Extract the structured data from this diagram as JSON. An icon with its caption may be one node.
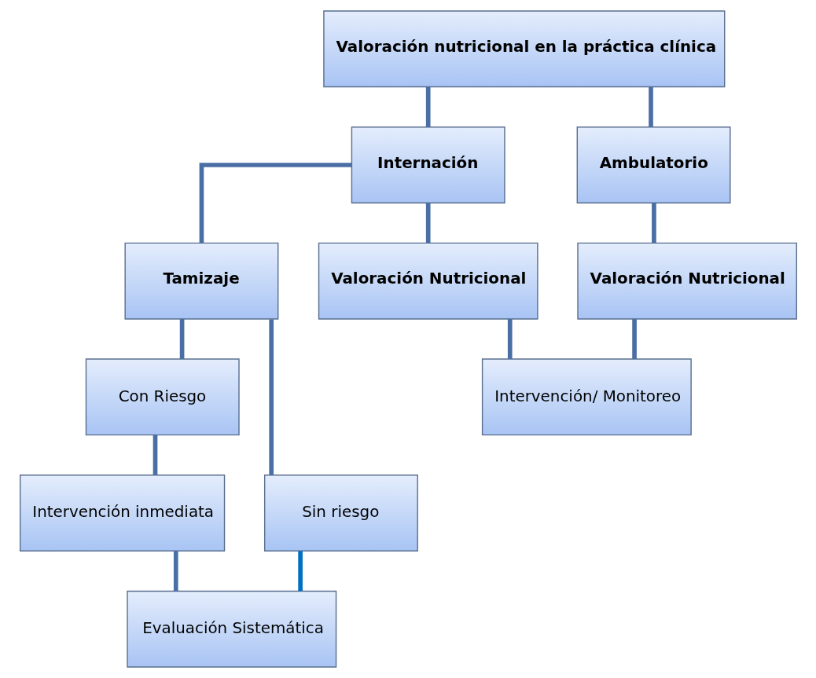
{
  "diagram": {
    "nodes": [
      {
        "text": [
          "Valoración nutricional en la práctica clínica"
        ]
      },
      {
        "text": [
          "Internación"
        ]
      },
      {
        "text": [
          "Ambulatorio"
        ]
      },
      {
        "text": [
          "Tamizaje"
        ]
      },
      {
        "text": [
          "Valoración Nutricional"
        ]
      },
      {
        "text": [
          "Valoración Nutricional"
        ]
      },
      {
        "text": [
          "Con Riesgo"
        ]
      },
      {
        "text": [
          "Sin riesgo"
        ]
      },
      {
        "text": [
          "Intervención/ Monitoreo"
        ]
      },
      {
        "text": [
          "Intervención inmediata"
        ]
      },
      {
        "text": [
          "Evaluación Sistemática"
        ]
      }
    ],
    "edges": [
      {
        "from": 0,
        "to": 1,
        "arrow": "none"
      },
      {
        "from": 0,
        "to": 2,
        "arrow": "none"
      },
      {
        "from": 1,
        "to": 3,
        "arrow": "none"
      },
      {
        "from": 1,
        "to": 4,
        "arrow": "none"
      },
      {
        "from": 2,
        "to": 5,
        "arrow": "none"
      },
      {
        "from": 3,
        "to": 6,
        "arrow": "none"
      },
      {
        "from": 3,
        "to": 7,
        "arrow": "none"
      },
      {
        "from": 4,
        "to": 8,
        "arrow": "none"
      },
      {
        "from": 5,
        "to": 8,
        "arrow": "none"
      },
      {
        "from": 6,
        "to": 9,
        "arrow": "none"
      },
      {
        "from": 9,
        "to": 10,
        "arrow": "none"
      },
      {
        "from": 7,
        "to": 10,
        "arrow": "none",
        "color": "#0070c0"
      }
    ]
  }
}
